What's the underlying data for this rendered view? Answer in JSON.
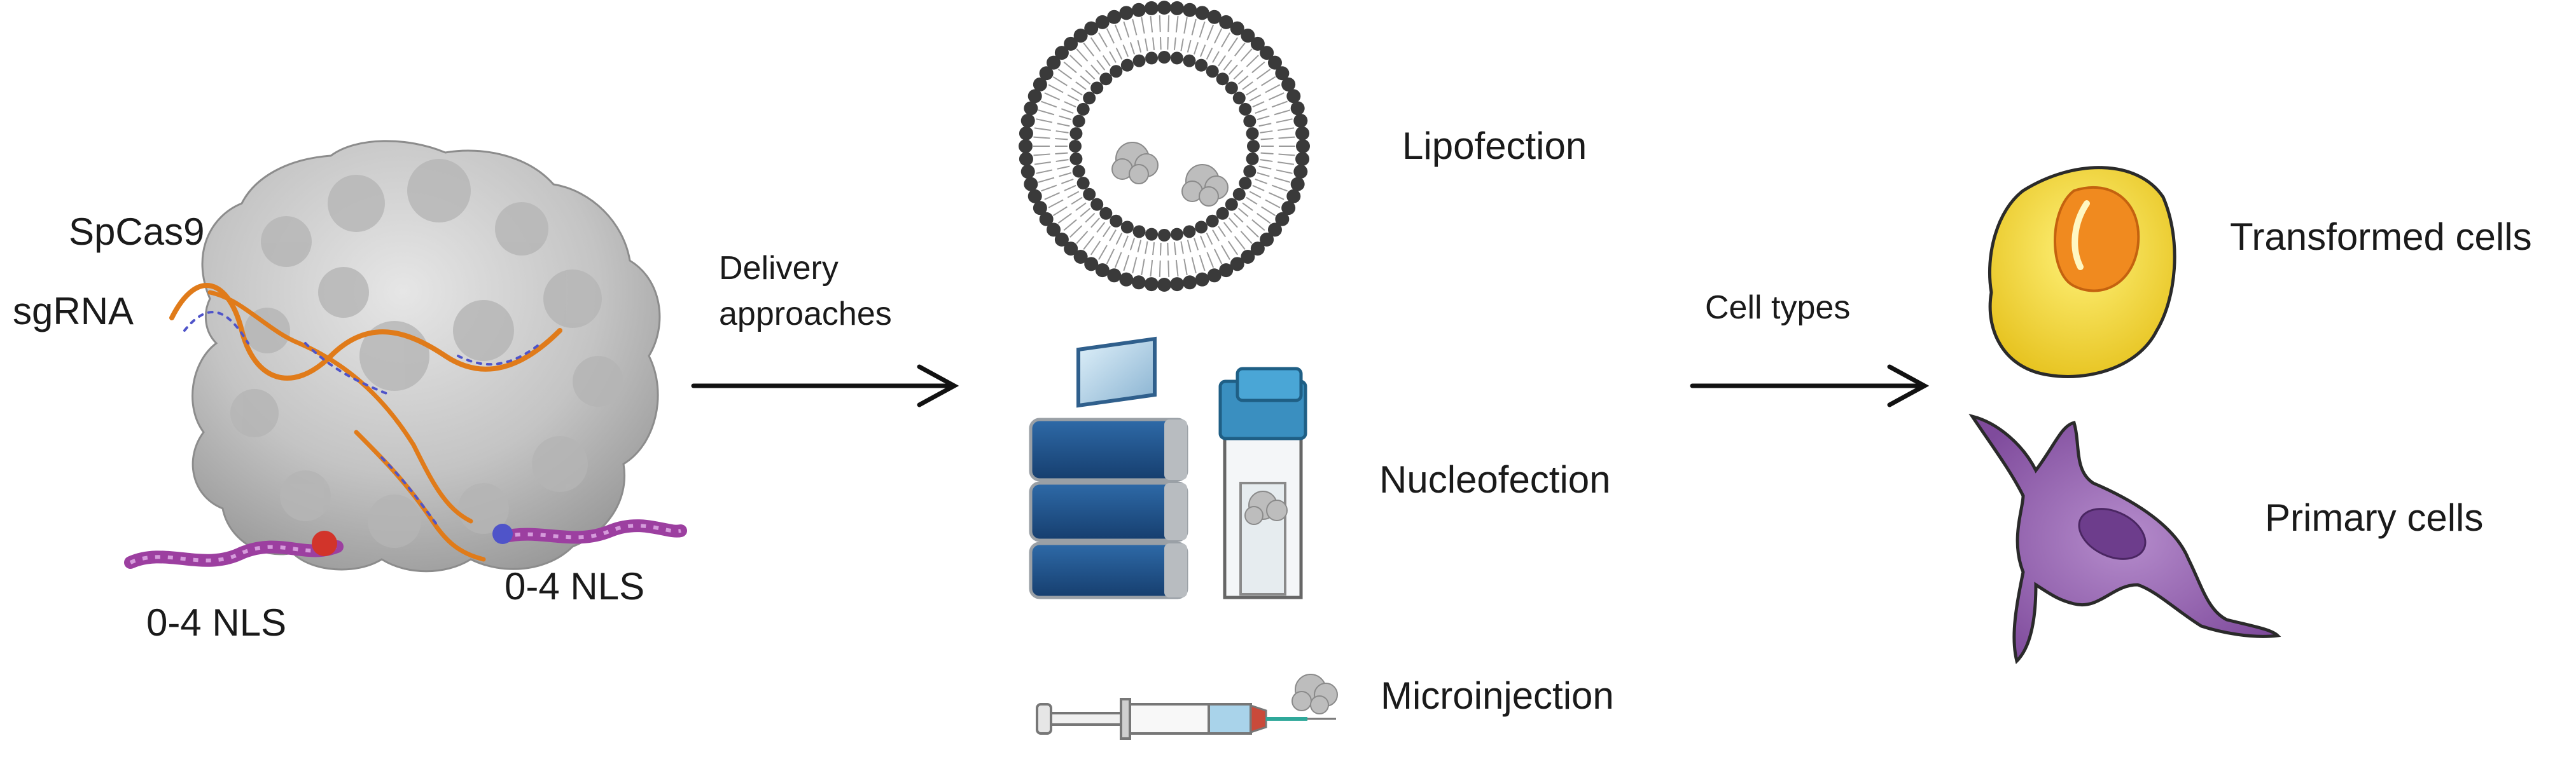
{
  "protein": {
    "name": "SpCas9",
    "rna": "sgRNA",
    "nls_left": "0-4 NLS",
    "nls_right": "0-4 NLS"
  },
  "arrows": {
    "delivery": [
      "Delivery",
      "approaches"
    ],
    "cell_types": "Cell types"
  },
  "methods": {
    "lipofection": "Lipofection",
    "nucleofection": "Nucleofection",
    "microinjection": "Microinjection"
  },
  "cells": {
    "transformed": "Transformed cells",
    "primary": "Primary cells"
  },
  "colors": {
    "protein": "#c8c8c8",
    "rna": "#e07b1a",
    "nls": "#9c3fa0",
    "lipid": "#3a3a3a",
    "device": "#1f4e85",
    "transformed_cell": "#f2dc3c",
    "primary_cell": "#9b6bb3"
  }
}
